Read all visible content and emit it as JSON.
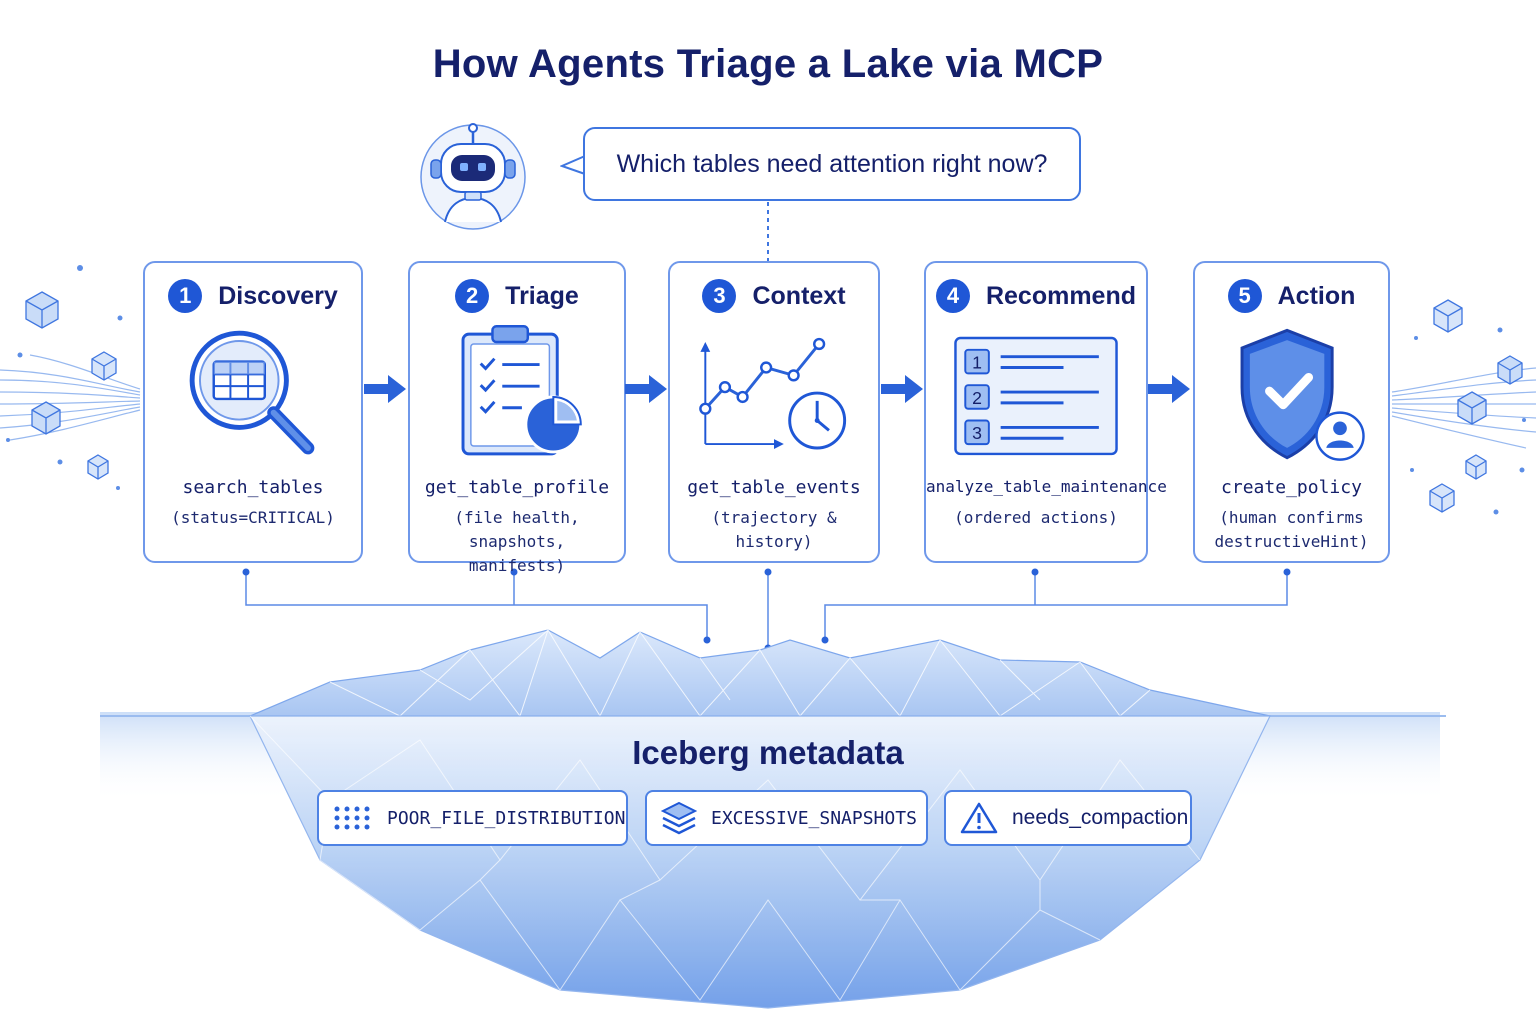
{
  "title": "How Agents Triage a Lake via MCP",
  "question": "Which tables need attention right now?",
  "steps": [
    {
      "number": "1",
      "title": "Discovery",
      "tool": "search_tables",
      "desc": "(status=CRITICAL)",
      "icon": "magnifier-table-icon"
    },
    {
      "number": "2",
      "title": "Triage",
      "tool": "get_table_profile",
      "desc": "(file health, snapshots, manifests)",
      "icon": "clipboard-pie-icon"
    },
    {
      "number": "3",
      "title": "Context",
      "tool": "get_table_events",
      "desc": "(trajectory & history)",
      "icon": "line-chart-clock-icon"
    },
    {
      "number": "4",
      "title": "Recommend",
      "tool": "analyze_table_maintenance",
      "desc": "(ordered actions)",
      "icon": "ordered-list-icon"
    },
    {
      "number": "5",
      "title": "Action",
      "tool": "create_policy",
      "desc": "(human confirms destructiveHint)",
      "icon": "shield-check-user-icon"
    }
  ],
  "recommend_list": [
    "1",
    "2",
    "3"
  ],
  "metadata": {
    "title": "Iceberg metadata",
    "chips": [
      {
        "label": "POOR_FILE_DISTRIBUTION",
        "icon": "dot-grid-icon"
      },
      {
        "label": "EXCESSIVE_SNAPSHOTS",
        "icon": "layers-icon"
      },
      {
        "label": "needs_compaction",
        "icon": "warning-icon"
      }
    ]
  },
  "colors": {
    "accent": "#1f57d6",
    "text": "#15206a",
    "border": "#6f98ea",
    "ice": "#8fb6ef"
  }
}
